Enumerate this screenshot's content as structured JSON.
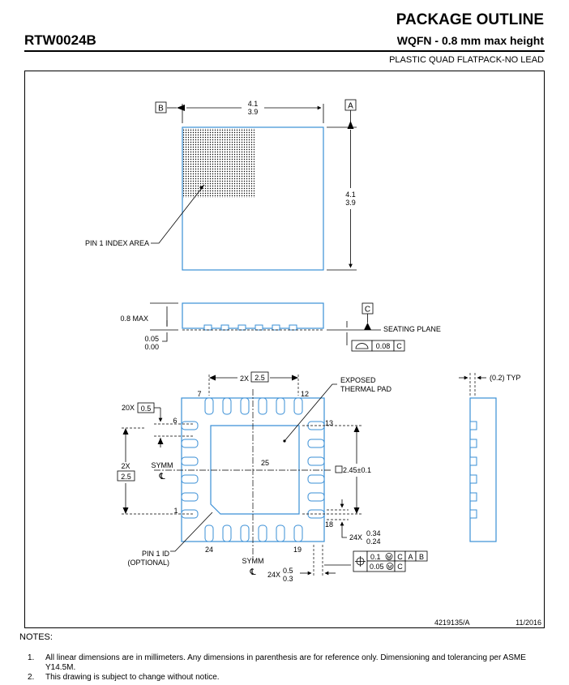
{
  "header": {
    "title": "PACKAGE OUTLINE",
    "part_number": "RTW0024B",
    "subtitle": "WQFN  - 0.8 mm max height",
    "package_description": "PLASTIC QUAD FLATPACK-NO LEAD"
  },
  "top_view": {
    "datum_b": "B",
    "datum_a": "A",
    "width_max": "4.1",
    "width_min": "3.9",
    "height_max": "4.1",
    "height_min": "3.9",
    "index_label": "PIN 1 INDEX AREA"
  },
  "side_view": {
    "max_height": "0.8 MAX",
    "standoff_max": "0.05",
    "standoff_min": "0.00",
    "datum_c": "C",
    "seating_plane": "SEATING PLANE",
    "coplanarity_value": "0.08",
    "coplanarity_datum": "C"
  },
  "bottom_view": {
    "pitch_top_count": "2X",
    "pitch_top_value": "2.5",
    "pitch_small_count": "20X",
    "pitch_small_value": "0.5",
    "pitch_left_count": "2X",
    "pitch_left_value": "2.5",
    "pin_7": "7",
    "pin_12": "12",
    "pin_6": "6",
    "pin_13": "13",
    "pin_1": "1",
    "pin_18": "18",
    "pin_24": "24",
    "pin_19": "19",
    "pad_number": "25",
    "exposed_pad_line1": "EXPOSED",
    "exposed_pad_line2": "THERMAL PAD",
    "pad_size": "2.45±0.1",
    "symm_label": "SYMM",
    "centerline": "℄",
    "lead_length_count": "24X",
    "lead_length_max": "0.34",
    "lead_length_min": "0.24",
    "lead_width_count": "24X",
    "lead_width_max": "0.5",
    "lead_width_min": "0.3",
    "pin1_id_line1": "PIN 1 ID",
    "pin1_id_line2": "(OPTIONAL)",
    "fcf1_tol": "0.1",
    "fcf1_datums": [
      "C",
      "A",
      "B"
    ],
    "fcf2_tol": "0.05",
    "fcf2_datum": "C",
    "modifier": "M"
  },
  "side_view_2": {
    "typ_label": "(0.2) TYP"
  },
  "footer": {
    "drawing_id": "4219135/A",
    "date": "11/2016"
  },
  "notes": {
    "heading": "NOTES:",
    "items": [
      {
        "num": "1.",
        "text": "All linear dimensions are in millimeters. Any dimensions in parenthesis are for reference only. Dimensioning and tolerancing per ASME Y14.5M."
      },
      {
        "num": "2.",
        "text": "This drawing is subject to change without notice."
      }
    ]
  },
  "colors": {
    "outline": "#3a8fd6",
    "ink": "#000000"
  }
}
